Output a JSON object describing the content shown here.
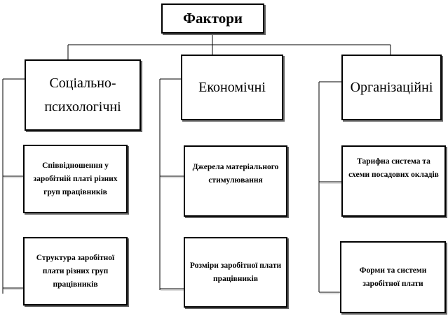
{
  "title": "Фактори",
  "groups": [
    {
      "label": "Соціально-психологічні",
      "items": [
        "Співвідношення  у заробітній платі різних  груп працівників",
        "Структура заробітної плати різних  груп працівників"
      ]
    },
    {
      "label": "Економічні",
      "items": [
        "Джерела матеріального стимулювання",
        "Розміри заробітної плати працівників"
      ]
    },
    {
      "label": "Організаційні",
      "items": [
        "Тарифна система та схеми посадових окладів",
        "Форми та системи заробітної плати"
      ]
    }
  ]
}
